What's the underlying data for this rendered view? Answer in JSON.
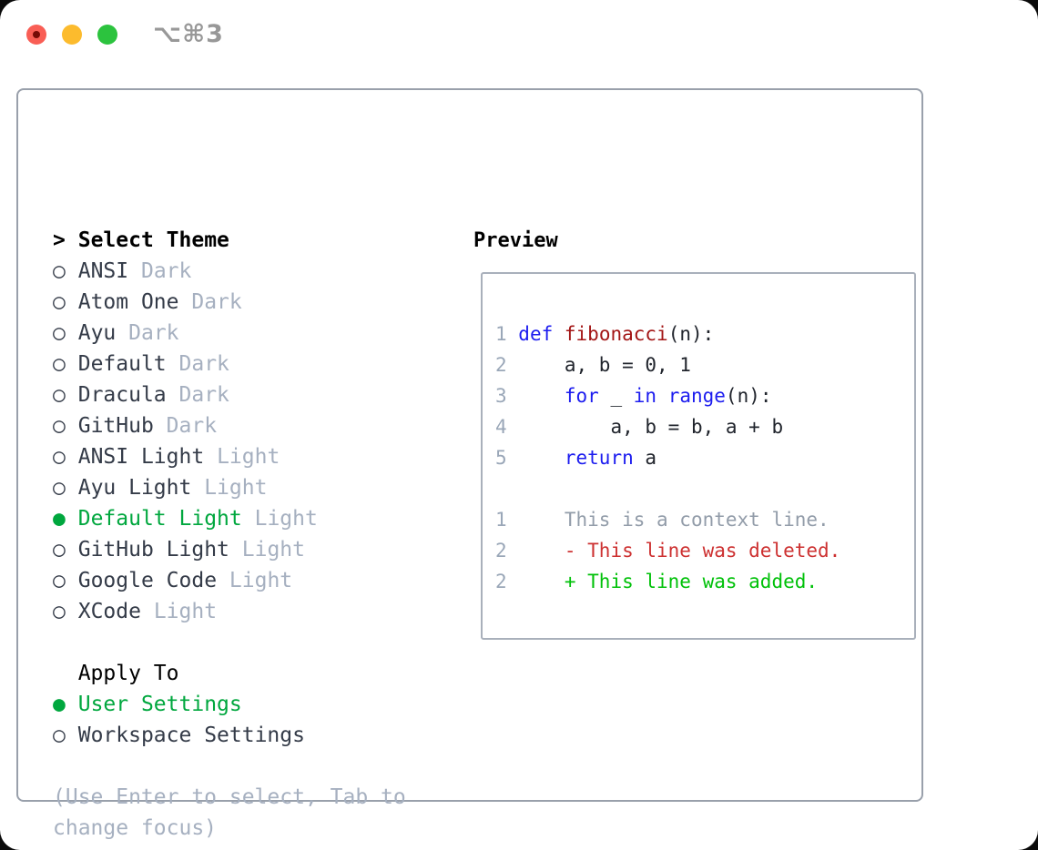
{
  "colors": {
    "desktop": "#0a0a0a",
    "window-bg": "#ffffff",
    "box-border": "#99a0ab",
    "preview-border": "#a9b0bb",
    "traffic-red": "#f95e55",
    "traffic-red-dot": "#760b06",
    "traffic-yellow": "#fcbb2d",
    "traffic-green": "#2cc33e",
    "title-gray": "#989898",
    "bold-black": "#000000",
    "item-name": "#343b48",
    "tag-gray": "#a6b0c0",
    "hint-gray": "#a6b0c0",
    "select-green": "#00a73e",
    "line-num": "#9aa7b8",
    "kw-blue": "#1c1cef",
    "fn-red": "#a31515",
    "code-plain": "#20242c",
    "ctx-gray": "#929ca9",
    "del-red": "#cd3131",
    "add-green": "#00c109"
  },
  "window": {
    "title": "⌥⌘3"
  },
  "theme_list": {
    "prompt": ">",
    "header": "Select Theme",
    "radio_off": "○",
    "radio_on": "●",
    "items": [
      {
        "marker": "○",
        "name": "ANSI",
        "tag": "Dark",
        "selected": false
      },
      {
        "marker": "○",
        "name": "Atom One",
        "tag": "Dark",
        "selected": false
      },
      {
        "marker": "○",
        "name": "Ayu",
        "tag": "Dark",
        "selected": false
      },
      {
        "marker": "○",
        "name": "Default",
        "tag": "Dark",
        "selected": false
      },
      {
        "marker": "○",
        "name": "Dracula",
        "tag": "Dark",
        "selected": false
      },
      {
        "marker": "○",
        "name": "GitHub",
        "tag": "Dark",
        "selected": false
      },
      {
        "marker": "○",
        "name": "ANSI Light",
        "tag": "Light",
        "selected": false
      },
      {
        "marker": "○",
        "name": "Ayu Light",
        "tag": "Light",
        "selected": false
      },
      {
        "marker": "●",
        "name": "Default Light",
        "tag": "Light",
        "selected": true
      },
      {
        "marker": "○",
        "name": "GitHub Light",
        "tag": "Light",
        "selected": false
      },
      {
        "marker": "○",
        "name": "Google Code",
        "tag": "Light",
        "selected": false
      },
      {
        "marker": "○",
        "name": "XCode",
        "tag": "Light",
        "selected": false
      }
    ]
  },
  "apply_to": {
    "header": "Apply To",
    "options": [
      {
        "marker": "●",
        "label": "User Settings",
        "selected": true
      },
      {
        "marker": "○",
        "label": "Workspace Settings",
        "selected": false
      }
    ]
  },
  "hint": {
    "lines": [
      "(Use Enter to select, Tab to",
      "change focus)"
    ]
  },
  "preview": {
    "header": "Preview",
    "code": [
      {
        "t": [
          "1 ",
          "def",
          " ",
          "fibonacci",
          "(n):"
        ]
      },
      {
        "t": [
          "2",
          "     a, b = 0, 1"
        ]
      },
      {
        "t": [
          "3",
          "     ",
          "for",
          " _ ",
          "in",
          " ",
          "range",
          "(n):"
        ]
      },
      {
        "t": [
          "4",
          "         a, b = b, a + b"
        ]
      },
      {
        "t": [
          "5",
          "     ",
          "return",
          " a"
        ]
      }
    ],
    "diff": [
      {
        "t": [
          "1",
          "     This is a context line."
        ]
      },
      {
        "t": [
          "2",
          "     ",
          "- This line was deleted."
        ]
      },
      {
        "t": [
          "2",
          "     ",
          "+ This line was added."
        ]
      }
    ]
  }
}
